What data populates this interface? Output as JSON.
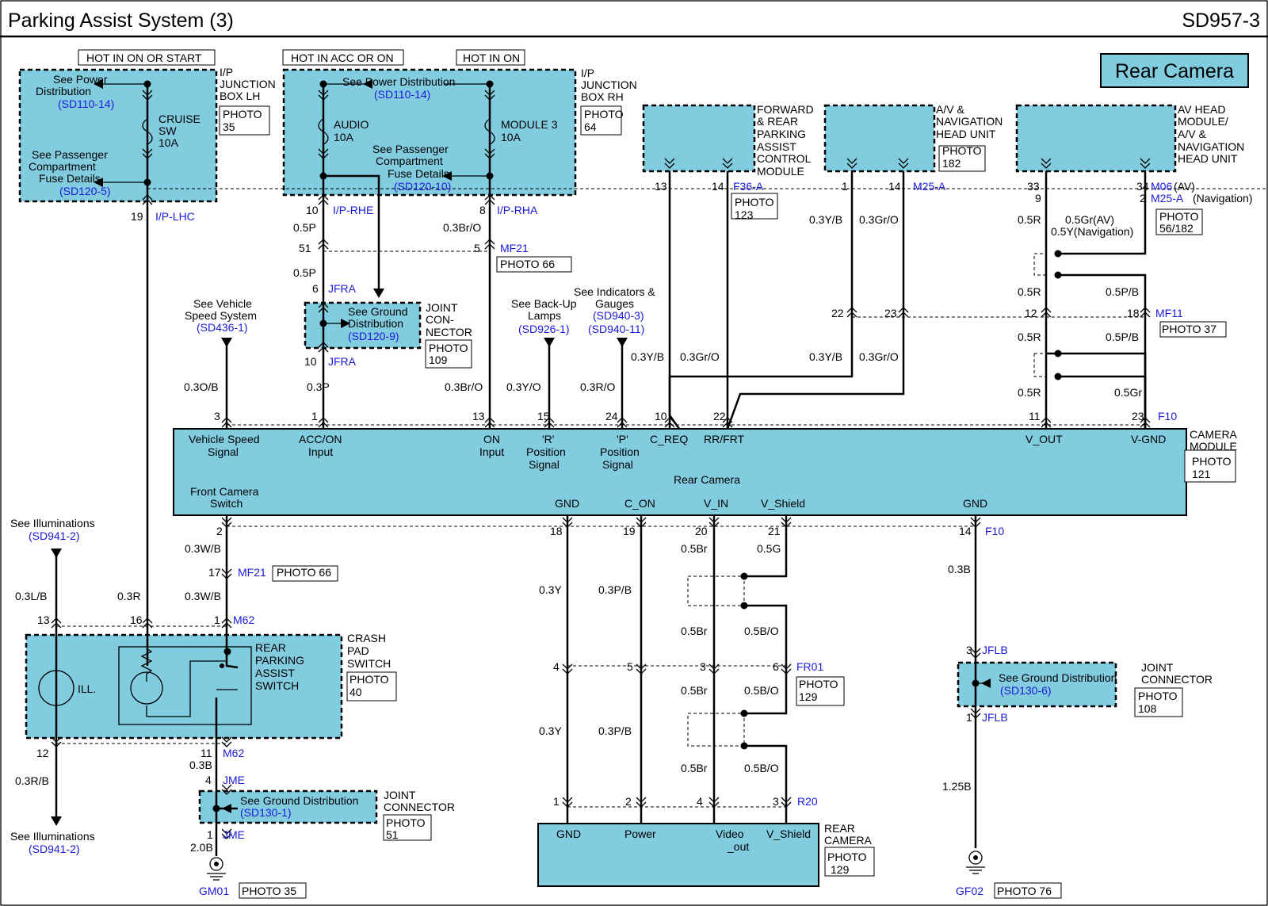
{
  "header": {
    "title": "Parking Assist System (3)",
    "code": "SD957-3"
  },
  "section_badge": "Rear Camera",
  "texts": [
    {
      "s": "HOT IN ON OR START",
      "c": "t"
    },
    {
      "s": "HOT IN ACC OR ON",
      "c": "t"
    },
    {
      "s": "HOT IN ON",
      "c": "t"
    },
    {
      "s": "See Power",
      "c": "t"
    },
    {
      "s": "Distribution",
      "c": "t"
    },
    {
      "s": "(SD110-14)",
      "c": "tb"
    },
    {
      "s": "CRUISE",
      "c": "t"
    },
    {
      "s": "SW",
      "c": "t"
    },
    {
      "s": "10A",
      "c": "t"
    },
    {
      "s": "See Passenger",
      "c": "t"
    },
    {
      "s": "Compartment",
      "c": "t"
    },
    {
      "s": "Fuse Details",
      "c": "t"
    },
    {
      "s": "(SD120-5)",
      "c": "tb"
    },
    {
      "s": "I/P",
      "c": "t"
    },
    {
      "s": "JUNCTION",
      "c": "t"
    },
    {
      "s": "BOX LH",
      "c": "t"
    },
    {
      "s": "PHOTO",
      "c": "t"
    },
    {
      "s": "35",
      "c": "t"
    },
    {
      "s": "19",
      "c": "t"
    },
    {
      "s": "I/P-LHC",
      "c": "tb"
    },
    {
      "s": "See Power Distribution",
      "c": "t"
    },
    {
      "s": "(SD110-14)",
      "c": "tb"
    },
    {
      "s": "AUDIO",
      "c": "t"
    },
    {
      "s": "10A",
      "c": "t"
    },
    {
      "s": "MODULE 3",
      "c": "t"
    },
    {
      "s": "10A",
      "c": "t"
    },
    {
      "s": "See Passenger",
      "c": "t"
    },
    {
      "s": "Compartment",
      "c": "t"
    },
    {
      "s": "Fuse Details",
      "c": "t"
    },
    {
      "s": "(SD120-10)",
      "c": "tb"
    },
    {
      "s": "I/P",
      "c": "t"
    },
    {
      "s": "JUNCTION",
      "c": "t"
    },
    {
      "s": "BOX RH",
      "c": "t"
    },
    {
      "s": "PHOTO",
      "c": "t"
    },
    {
      "s": "64",
      "c": "t"
    },
    {
      "s": "10",
      "c": "t"
    },
    {
      "s": "I/P-RHE",
      "c": "tb"
    },
    {
      "s": "8",
      "c": "t"
    },
    {
      "s": "I/P-RHA",
      "c": "tb"
    },
    {
      "s": "0.5P",
      "c": "t"
    },
    {
      "s": "0.3Br/O",
      "c": "t"
    },
    {
      "s": "51",
      "c": "t"
    },
    {
      "s": "5",
      "c": "t"
    },
    {
      "s": "MF21",
      "c": "tb"
    },
    {
      "s": "PHOTO 66",
      "c": "t"
    },
    {
      "s": "0.5P",
      "c": "t"
    },
    {
      "s": "6",
      "c": "t"
    },
    {
      "s": "JFRA",
      "c": "tb"
    },
    {
      "s": "See Ground",
      "c": "t"
    },
    {
      "s": "Distribution",
      "c": "t"
    },
    {
      "s": "(SD120-9)",
      "c": "tb"
    },
    {
      "s": "JOINT",
      "c": "t"
    },
    {
      "s": "CON-",
      "c": "t"
    },
    {
      "s": "NECTOR",
      "c": "t"
    },
    {
      "s": "PHOTO",
      "c": "t"
    },
    {
      "s": "109",
      "c": "t"
    },
    {
      "s": "10",
      "c": "t"
    },
    {
      "s": "JFRA",
      "c": "tb"
    },
    {
      "s": "See Vehicle",
      "c": "t"
    },
    {
      "s": "Speed System",
      "c": "t"
    },
    {
      "s": "(SD436-1)",
      "c": "tb"
    },
    {
      "s": "See Back-Up",
      "c": "t"
    },
    {
      "s": "Lamps",
      "c": "t"
    },
    {
      "s": "(SD926-1)",
      "c": "tb"
    },
    {
      "s": "See Indicators &",
      "c": "t"
    },
    {
      "s": "Gauges",
      "c": "t"
    },
    {
      "s": "(SD940-3)",
      "c": "tb"
    },
    {
      "s": "(SD940-11)",
      "c": "tb"
    },
    {
      "s": "0.3O/B",
      "c": "t"
    },
    {
      "s": "0.3P",
      "c": "t"
    },
    {
      "s": "0.3Br/O",
      "c": "t"
    },
    {
      "s": "0.3Y/O",
      "c": "t"
    },
    {
      "s": "0.3R/O",
      "c": "t"
    },
    {
      "s": "FORWARD",
      "c": "t"
    },
    {
      "s": "& REAR",
      "c": "t"
    },
    {
      "s": "PARKING",
      "c": "t"
    },
    {
      "s": "ASSIST",
      "c": "t"
    },
    {
      "s": "CONTROL",
      "c": "t"
    },
    {
      "s": "MODULE",
      "c": "t"
    },
    {
      "s": "13",
      "c": "t"
    },
    {
      "s": "14",
      "c": "t"
    },
    {
      "s": "F36-A",
      "c": "tb"
    },
    {
      "s": "PHOTO",
      "c": "t"
    },
    {
      "s": "123",
      "c": "t"
    },
    {
      "s": "A/V &",
      "c": "t"
    },
    {
      "s": "NAVIGATION",
      "c": "t"
    },
    {
      "s": "HEAD UNIT",
      "c": "t"
    },
    {
      "s": "PHOTO",
      "c": "t"
    },
    {
      "s": "182",
      "c": "t"
    },
    {
      "s": "1",
      "c": "t"
    },
    {
      "s": "14",
      "c": "t"
    },
    {
      "s": "M25-A",
      "c": "tb"
    },
    {
      "s": "0.3Y/B",
      "c": "t"
    },
    {
      "s": "0.3Gr/O",
      "c": "t"
    },
    {
      "s": "AV HEAD",
      "c": "t"
    },
    {
      "s": "MODULE/",
      "c": "t"
    },
    {
      "s": "A/V &",
      "c": "t"
    },
    {
      "s": "NAVIGATION",
      "c": "t"
    },
    {
      "s": "HEAD UNIT",
      "c": "t"
    },
    {
      "s": "33",
      "c": "t"
    },
    {
      "s": "9",
      "c": "t"
    },
    {
      "s": "34",
      "c": "t"
    },
    {
      "s": "2",
      "c": "t"
    },
    {
      "s": "M06",
      "c": "tb"
    },
    {
      "s": "(AV)",
      "c": "t"
    },
    {
      "s": "M25-A",
      "c": "tb"
    },
    {
      "s": "(Navigation)",
      "c": "t"
    },
    {
      "s": "0.5R",
      "c": "t"
    },
    {
      "s": "0.5Gr(AV)",
      "c": "t"
    },
    {
      "s": "0.5Y(Navigation)",
      "c": "t"
    },
    {
      "s": "PHOTO",
      "c": "t"
    },
    {
      "s": "56/182",
      "c": "t"
    },
    {
      "s": "0.5R",
      "c": "t"
    },
    {
      "s": "0.5P/B",
      "c": "t"
    },
    {
      "s": "22",
      "c": "t"
    },
    {
      "s": "23",
      "c": "t"
    },
    {
      "s": "12",
      "c": "t"
    },
    {
      "s": "18",
      "c": "t"
    },
    {
      "s": "MF11",
      "c": "tb"
    },
    {
      "s": "PHOTO 37",
      "c": "t"
    },
    {
      "s": "0.3Y/B",
      "c": "t"
    },
    {
      "s": "0.3Gr/O",
      "c": "t"
    },
    {
      "s": "0.3Y/B",
      "c": "t"
    },
    {
      "s": "0.3Gr/O",
      "c": "t"
    },
    {
      "s": "0.5R",
      "c": "t"
    },
    {
      "s": "0.5P/B",
      "c": "t"
    },
    {
      "s": "0.5R",
      "c": "t"
    },
    {
      "s": "0.5Gr",
      "c": "t"
    },
    {
      "s": "3",
      "c": "t"
    },
    {
      "s": "1",
      "c": "t"
    },
    {
      "s": "13",
      "c": "t"
    },
    {
      "s": "15",
      "c": "t"
    },
    {
      "s": "24",
      "c": "t"
    },
    {
      "s": "10",
      "c": "t"
    },
    {
      "s": "22",
      "c": "t"
    },
    {
      "s": "11",
      "c": "t"
    },
    {
      "s": "23",
      "c": "t"
    },
    {
      "s": "F10",
      "c": "tb"
    },
    {
      "s": "Vehicle Speed",
      "c": "t"
    },
    {
      "s": "Signal",
      "c": "t"
    },
    {
      "s": "ACC/ON",
      "c": "t"
    },
    {
      "s": "Input",
      "c": "t"
    },
    {
      "s": "ON",
      "c": "t"
    },
    {
      "s": "Input",
      "c": "t"
    },
    {
      "s": "'R'",
      "c": "t"
    },
    {
      "s": "Position",
      "c": "t"
    },
    {
      "s": "Signal",
      "c": "t"
    },
    {
      "s": "'P'",
      "c": "t"
    },
    {
      "s": "Position",
      "c": "t"
    },
    {
      "s": "Signal",
      "c": "t"
    },
    {
      "s": "C_REQ",
      "c": "t"
    },
    {
      "s": "RR/FRT",
      "c": "t"
    },
    {
      "s": "V_OUT",
      "c": "t"
    },
    {
      "s": "V-GND",
      "c": "t"
    },
    {
      "s": "CAMERA",
      "c": "t"
    },
    {
      "s": "MODULE",
      "c": "t"
    },
    {
      "s": "PHOTO",
      "c": "t"
    },
    {
      "s": "121",
      "c": "t"
    },
    {
      "s": "Front Camera",
      "c": "t"
    },
    {
      "s": "Switch",
      "c": "t"
    },
    {
      "s": "Rear Camera",
      "c": "t"
    },
    {
      "s": "GND",
      "c": "t"
    },
    {
      "s": "C_ON",
      "c": "t"
    },
    {
      "s": "V_IN",
      "c": "t"
    },
    {
      "s": "V_Shield",
      "c": "t"
    },
    {
      "s": "GND",
      "c": "t"
    },
    {
      "s": "2",
      "c": "t"
    },
    {
      "s": "18",
      "c": "t"
    },
    {
      "s": "19",
      "c": "t"
    },
    {
      "s": "20",
      "c": "t"
    },
    {
      "s": "21",
      "c": "t"
    },
    {
      "s": "14",
      "c": "t"
    },
    {
      "s": "F10",
      "c": "tb"
    },
    {
      "s": "0.3W/B",
      "c": "t"
    },
    {
      "s": "17",
      "c": "t"
    },
    {
      "s": "MF21",
      "c": "tb"
    },
    {
      "s": "PHOTO 66",
      "c": "t"
    },
    {
      "s": "0.3W/B",
      "c": "t"
    },
    {
      "s": "See Illuminations",
      "c": "t"
    },
    {
      "s": "(SD941-2)",
      "c": "tb"
    },
    {
      "s": "0.3L/B",
      "c": "t"
    },
    {
      "s": "0.3R",
      "c": "t"
    },
    {
      "s": "13",
      "c": "t"
    },
    {
      "s": "16",
      "c": "t"
    },
    {
      "s": "1",
      "c": "t"
    },
    {
      "s": "M62",
      "c": "tb"
    },
    {
      "s": "ILL.",
      "c": "t"
    },
    {
      "s": "REAR",
      "c": "t"
    },
    {
      "s": "PARKING",
      "c": "t"
    },
    {
      "s": "ASSIST",
      "c": "t"
    },
    {
      "s": "SWITCH",
      "c": "t"
    },
    {
      "s": "CRASH",
      "c": "t"
    },
    {
      "s": "PAD",
      "c": "t"
    },
    {
      "s": "SWITCH",
      "c": "t"
    },
    {
      "s": "PHOTO",
      "c": "t"
    },
    {
      "s": "40",
      "c": "t"
    },
    {
      "s": "12",
      "c": "t"
    },
    {
      "s": "11",
      "c": "t"
    },
    {
      "s": "M62",
      "c": "tb"
    },
    {
      "s": "0.3B",
      "c": "t"
    },
    {
      "s": "0.3R/B",
      "c": "t"
    },
    {
      "s": "4",
      "c": "t"
    },
    {
      "s": "JME",
      "c": "tb"
    },
    {
      "s": "See Ground Distribution",
      "c": "t"
    },
    {
      "s": "(SD130-1)",
      "c": "tb"
    },
    {
      "s": "JOINT",
      "c": "t"
    },
    {
      "s": "CONNECTOR",
      "c": "t"
    },
    {
      "s": "PHOTO",
      "c": "t"
    },
    {
      "s": "51",
      "c": "t"
    },
    {
      "s": "1",
      "c": "t"
    },
    {
      "s": "JME",
      "c": "tb"
    },
    {
      "s": "2.0B",
      "c": "t"
    },
    {
      "s": "GM01",
      "c": "tb"
    },
    {
      "s": "PHOTO 35",
      "c": "t"
    },
    {
      "s": "See Illuminations",
      "c": "t"
    },
    {
      "s": "(SD941-2)",
      "c": "tb"
    },
    {
      "s": "0.5Br",
      "c": "t"
    },
    {
      "s": "0.5G",
      "c": "t"
    },
    {
      "s": "0.3Y",
      "c": "t"
    },
    {
      "s": "0.3P/B",
      "c": "t"
    },
    {
      "s": "0.5Br",
      "c": "t"
    },
    {
      "s": "0.5B/O",
      "c": "t"
    },
    {
      "s": "4",
      "c": "t"
    },
    {
      "s": "5",
      "c": "t"
    },
    {
      "s": "3",
      "c": "t"
    },
    {
      "s": "6",
      "c": "t"
    },
    {
      "s": "FR01",
      "c": "tb"
    },
    {
      "s": "PHOTO",
      "c": "t"
    },
    {
      "s": "129",
      "c": "t"
    },
    {
      "s": "0.5Br",
      "c": "t"
    },
    {
      "s": "0.5B/O",
      "c": "t"
    },
    {
      "s": "0.3Y",
      "c": "t"
    },
    {
      "s": "0.3P/B",
      "c": "t"
    },
    {
      "s": "0.5Br",
      "c": "t"
    },
    {
      "s": "0.5B/O",
      "c": "t"
    },
    {
      "s": "1",
      "c": "t"
    },
    {
      "s": "2",
      "c": "t"
    },
    {
      "s": "4",
      "c": "t"
    },
    {
      "s": "3",
      "c": "t"
    },
    {
      "s": "R20",
      "c": "tb"
    },
    {
      "s": "GND",
      "c": "t"
    },
    {
      "s": "Power",
      "c": "t"
    },
    {
      "s": "Video",
      "c": "t"
    },
    {
      "s": "_out",
      "c": "t"
    },
    {
      "s": "V_Shield",
      "c": "t"
    },
    {
      "s": "REAR",
      "c": "t"
    },
    {
      "s": "CAMERA",
      "c": "t"
    },
    {
      "s": "PHOTO",
      "c": "t"
    },
    {
      "s": "129",
      "c": "t"
    },
    {
      "s": "0.3B",
      "c": "t"
    },
    {
      "s": "3",
      "c": "t"
    },
    {
      "s": "JFLB",
      "c": "tb"
    },
    {
      "s": "See Ground Distribution",
      "c": "t"
    },
    {
      "s": "(SD130-6)",
      "c": "tb"
    },
    {
      "s": "JOINT",
      "c": "t"
    },
    {
      "s": "CONNECTOR",
      "c": "t"
    },
    {
      "s": "PHOTO",
      "c": "t"
    },
    {
      "s": "108",
      "c": "t"
    },
    {
      "s": "1",
      "c": "t"
    },
    {
      "s": "JFLB",
      "c": "tb"
    },
    {
      "s": "1.25B",
      "c": "t"
    },
    {
      "s": "GF02",
      "c": "tb"
    },
    {
      "s": "PHOTO 76",
      "c": "t"
    }
  ]
}
